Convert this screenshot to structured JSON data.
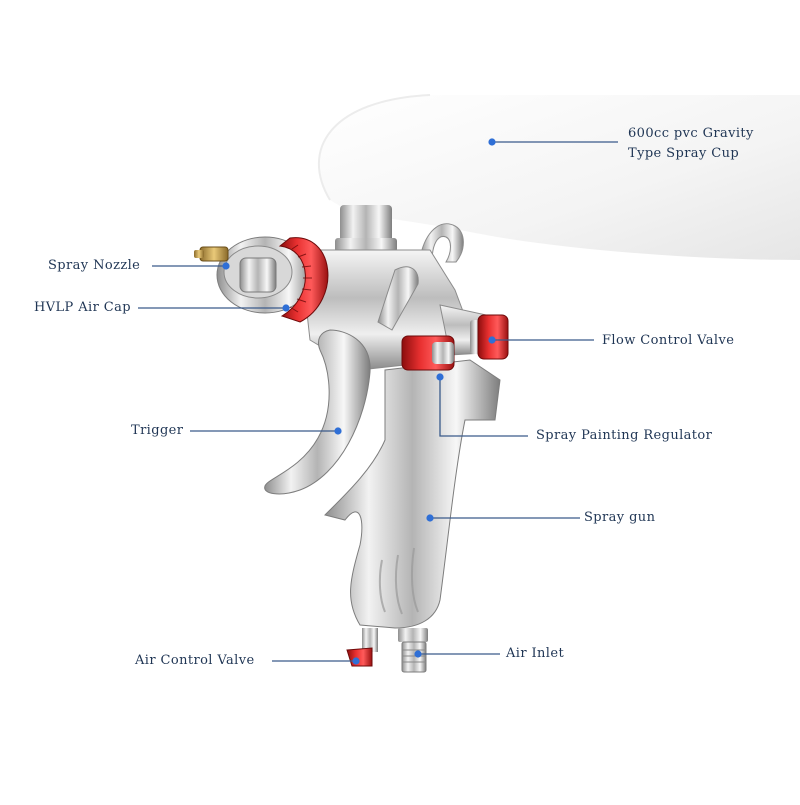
{
  "callouts": {
    "spray_cup": {
      "line1": "600cc pvc Gravity",
      "line2": "Type Spray Cup"
    },
    "spray_nozzle": "Spray Nozzle",
    "air_cap": "HVLP Air Cap",
    "flow_control_valve": "Flow Control Valve",
    "trigger": "Trigger",
    "spray_painting_regulator": "Spray Painting Regulator",
    "spray_gun": "Spray gun",
    "air_control_valve": "Air Control Valve",
    "air_inlet": "Air Inlet"
  },
  "colors": {
    "leader_line": "#3a5a8a",
    "leader_dot": "#2f6fd6",
    "accent_red": "#d61e1e",
    "chrome": "#c8c8c8",
    "cup": "#f3f3f3"
  },
  "icons": [
    "spray-gun-illustration"
  ]
}
